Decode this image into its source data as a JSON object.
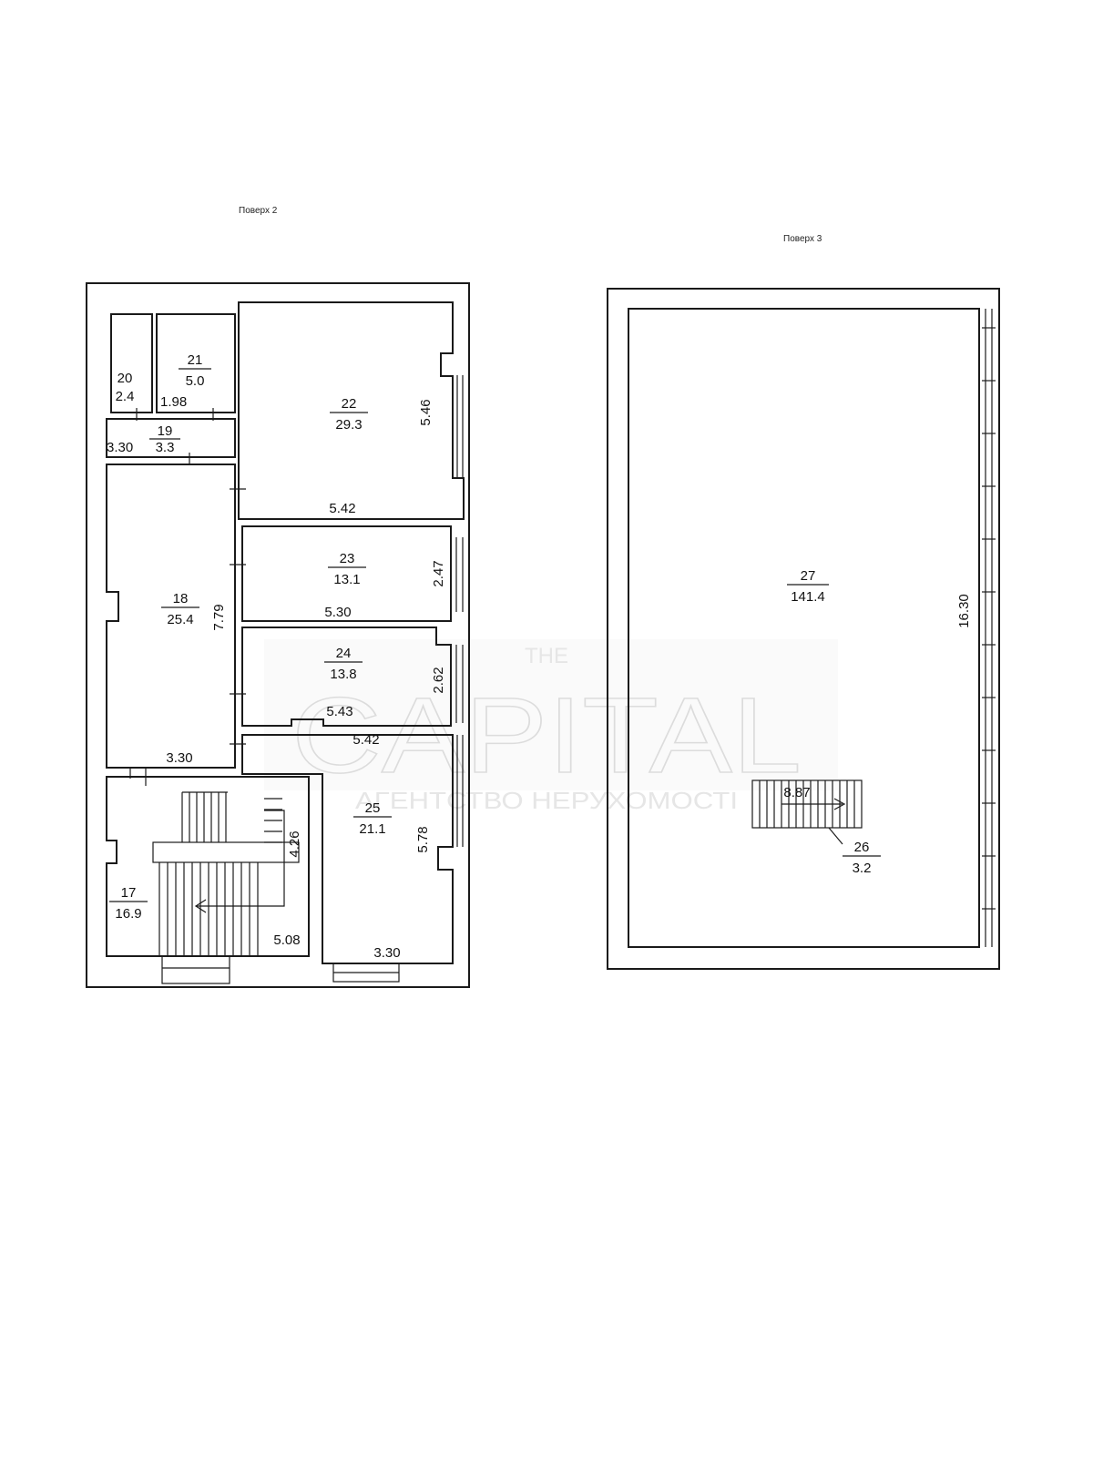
{
  "floor2": {
    "title": "Поверх 2",
    "rooms": [
      {
        "number": "17",
        "area": "16.9"
      },
      {
        "number": "18",
        "area": "25.4"
      },
      {
        "number": "19",
        "area": "3.3"
      },
      {
        "number": "20",
        "area": "2.4"
      },
      {
        "number": "21",
        "area": "5.0"
      },
      {
        "number": "22",
        "area": "29.3"
      },
      {
        "number": "23",
        "area": "13.1"
      },
      {
        "number": "24",
        "area": "13.8"
      },
      {
        "number": "25",
        "area": "21.1"
      }
    ],
    "dimensions": [
      "1.98",
      "3.30",
      "5.46",
      "5.42",
      "2.47",
      "5.30",
      "7.79",
      "2.62",
      "5.43",
      "3.30",
      "5.42",
      "4.26",
      "5.78",
      "5.08",
      "3.30"
    ]
  },
  "floor3": {
    "title": "Поверх 3",
    "rooms": [
      {
        "number": "27",
        "area": "141.4"
      },
      {
        "number": "26",
        "area": "3.2"
      }
    ],
    "dimensions": [
      "8.87",
      "16.30"
    ]
  },
  "watermark": {
    "line1": "THE",
    "line2": "CAPITAL",
    "line3": "АГЕНТСТВО НЕРУХОМОСТІ"
  }
}
